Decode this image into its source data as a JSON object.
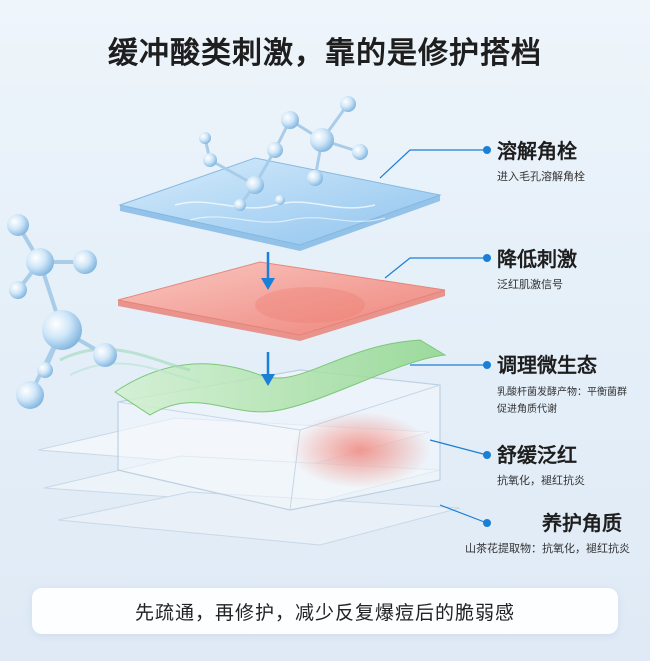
{
  "title": "缓冲酸类刺激，靠的是修护搭档",
  "layers": [
    {
      "heading": "溶解角栓",
      "sub": [
        "进入毛孔溶解角栓"
      ]
    },
    {
      "heading": "降低刺激",
      "sub": [
        "泛红肌激信号"
      ]
    },
    {
      "heading": "调理微生态",
      "sub": [
        "乳酸杆菌发酵产物：平衡菌群",
        "促进角质代谢"
      ]
    },
    {
      "heading": "舒缓泛红",
      "sub": [
        "抗氧化，褪红抗炎"
      ]
    },
    {
      "heading": "养护角质",
      "sub": [
        "山茶花提取物：抗氧化，褪红抗炎"
      ]
    }
  ],
  "footer": "先疏通，再修护，减少反复爆痘后的脆弱感",
  "colors": {
    "accent": "#1a7fd6",
    "blue_layer": "#b9dcf6",
    "red_layer": "#f4a8a1",
    "green_layer": "#a8e0a8"
  }
}
